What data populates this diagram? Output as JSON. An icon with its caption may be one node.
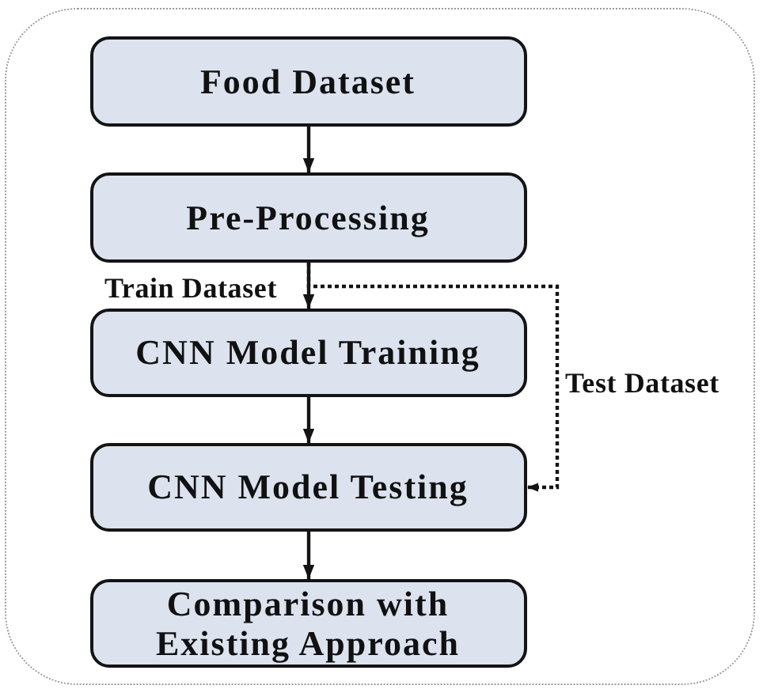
{
  "diagram": {
    "nodes": [
      {
        "text": [],
        "shape": "box"
      },
      {
        "text": [
          "Food Dataset"
        ],
        "in": 0
      },
      {
        "text": [
          "Pre-Processing"
        ],
        "in": 0
      },
      {
        "text": [
          "CNN Model Training"
        ],
        "in": 0
      },
      {
        "text": [
          "CNN Model Testing"
        ],
        "in": 0
      },
      {
        "text": [
          "Comparison with Existing Approach"
        ],
        "in": 0
      }
    ],
    "edges": [
      {
        "from": 1,
        "to": 2,
        "arrow": "to"
      },
      {
        "from": 2,
        "to": 3,
        "arrow": "to",
        "label": "Train Dataset"
      },
      {
        "from": 3,
        "to": 4,
        "arrow": "to"
      },
      {
        "from": 4,
        "to": 5,
        "arrow": "to"
      },
      {
        "from": 2,
        "to": 4,
        "arrow": "to",
        "label": "Test Dataset",
        "style": "dashed"
      }
    ]
  }
}
